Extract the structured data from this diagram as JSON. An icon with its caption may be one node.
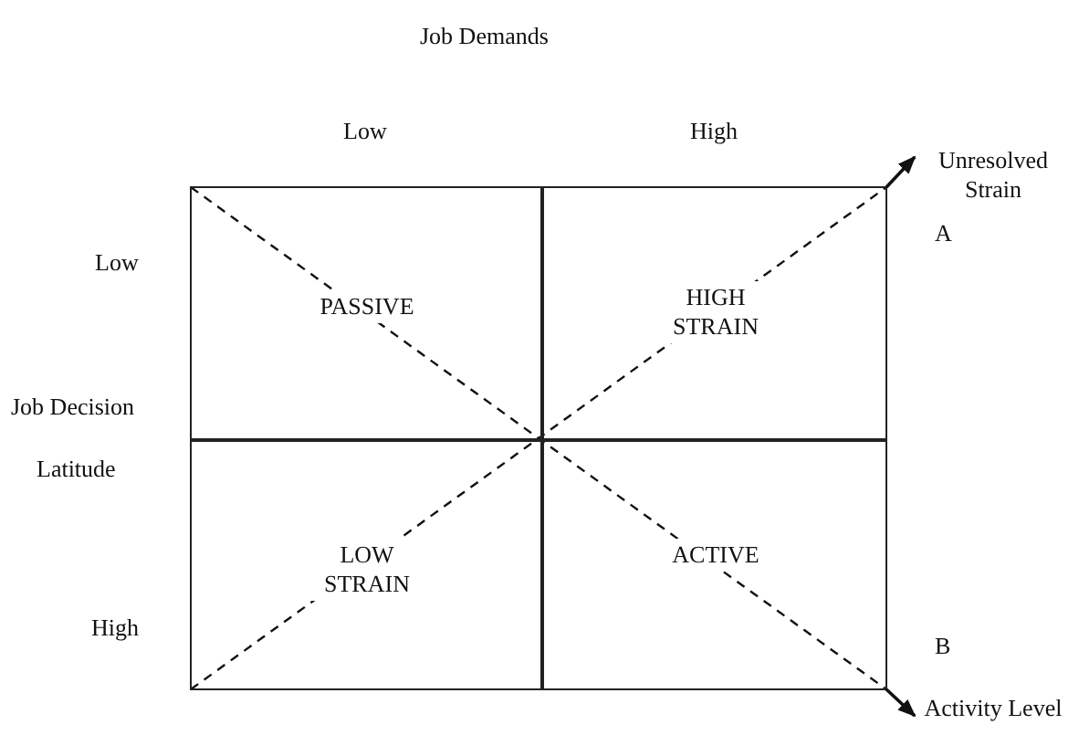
{
  "diagram": {
    "nodes": [
      {
        "text": [
          "PASSIVE"
        ]
      },
      {
        "text": [
          "HIGH STRAIN"
        ]
      },
      {
        "text": [
          "LOW STRAIN"
        ]
      },
      {
        "text": [
          "ACTIVE"
        ]
      },
      {
        "text": [
          "Unresolved Strain"
        ]
      },
      {
        "text": [
          "Activity Level"
        ]
      }
    ],
    "edges": [
      {
        "from": 1,
        "to": 4,
        "arrow": "to"
      },
      {
        "from": 3,
        "to": 5,
        "arrow": "to"
      },
      {
        "from": 2,
        "to": 1,
        "arrow": "none",
        "style": "dashed"
      },
      {
        "from": 0,
        "to": 3,
        "arrow": "none",
        "style": "dashed"
      }
    ],
    "labels": [
      "Job Demands",
      "Low",
      "High",
      "Low",
      "Job Decision",
      "Latitude",
      "High",
      "A",
      "B"
    ]
  }
}
